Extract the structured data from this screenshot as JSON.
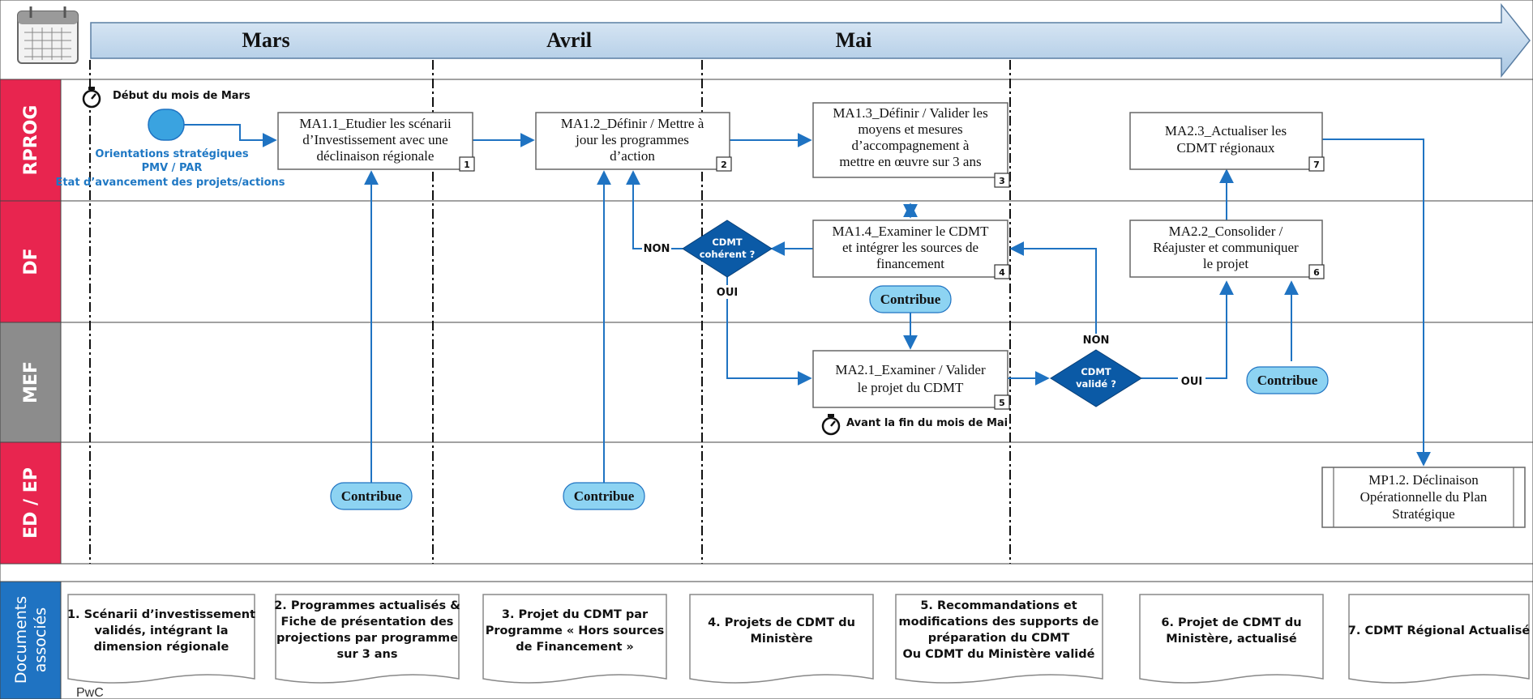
{
  "timeline": {
    "months": [
      "Mars",
      "Avril",
      "Mai"
    ]
  },
  "lanes": [
    "RPROG",
    "DF",
    "MEF",
    "ED / EP"
  ],
  "docs_label": [
    "Documents",
    "associés"
  ],
  "colors": {
    "lane_red": "#e8254f",
    "lane_gray": "#8c8c8c",
    "flow_blue": "#1f73c2",
    "diamond_blue": "#0b5aa6",
    "pill_fill": "#8dd3f2",
    "header_blue": "#c6dcef"
  },
  "notes": {
    "start": "Début du mois de Mars",
    "end": "Avant la fin du mois de Mai"
  },
  "input": {
    "lines": [
      "Orientations stratégiques",
      "PMV / PAR",
      "Etat d’avancement des projets/actions"
    ]
  },
  "steps": {
    "ma11": {
      "lines": [
        "MA1.1_Etudier les scénarii",
        "d’Investissement avec une",
        "déclinaison régionale"
      ],
      "num": "1"
    },
    "ma12": {
      "lines": [
        "MA1.2_Définir / Mettre à",
        "jour les programmes",
        "d’action"
      ],
      "num": "2"
    },
    "ma13": {
      "lines": [
        "MA1.3_Définir / Valider les",
        "moyens et mesures",
        "d’accompagnement à",
        "mettre en œuvre sur 3 ans"
      ],
      "num": "3"
    },
    "ma23": {
      "lines": [
        "MA2.3_Actualiser les",
        "CDMT régionaux"
      ],
      "num": "7"
    },
    "ma14": {
      "lines": [
        "MA1.4_Examiner le CDMT",
        "et intégrer les sources de",
        "financement"
      ],
      "num": "4"
    },
    "ma22": {
      "lines": [
        "MA2.2_Consolider /",
        "Réajuster et communiquer",
        "le projet"
      ],
      "num": "6"
    },
    "ma21": {
      "lines": [
        "MA2.1_Examiner / Valider",
        "le projet du CDMT"
      ],
      "num": "5"
    },
    "mp12": {
      "lines": [
        "MP1.2. Déclinaison",
        "Opérationnelle du Plan",
        "Stratégique"
      ]
    }
  },
  "decisions": {
    "d1": {
      "lines": [
        "CDMT",
        "cohérent ?"
      ]
    },
    "d2": {
      "lines": [
        "CDMT",
        "validé ?"
      ]
    }
  },
  "edge_labels": {
    "non1": "NON",
    "oui1": "OUI",
    "non2": "NON",
    "oui2": "OUI"
  },
  "contribue": "Contribue",
  "documents": [
    {
      "lines": [
        "1. Scénarii d’investissement",
        "validés, intégrant la",
        "dimension régionale"
      ]
    },
    {
      "lines": [
        "2. Programmes actualisés &",
        "Fiche de présentation des",
        "projections par programme",
        "sur 3 ans"
      ]
    },
    {
      "lines": [
        "3. Projet du CDMT par",
        "Programme « Hors sources",
        "de Financement »"
      ]
    },
    {
      "lines": [
        "4. Projets de CDMT du",
        "Ministère"
      ]
    },
    {
      "lines": [
        "5. Recommandations et",
        "modifications des supports de",
        "préparation du CDMT",
        "Ou CDMT du Ministère validé"
      ]
    },
    {
      "lines": [
        "6. Projet de CDMT du",
        "Ministère, actualisé"
      ]
    },
    {
      "lines": [
        "7. CDMT Régional Actualisé"
      ]
    }
  ],
  "footer": "PwC"
}
